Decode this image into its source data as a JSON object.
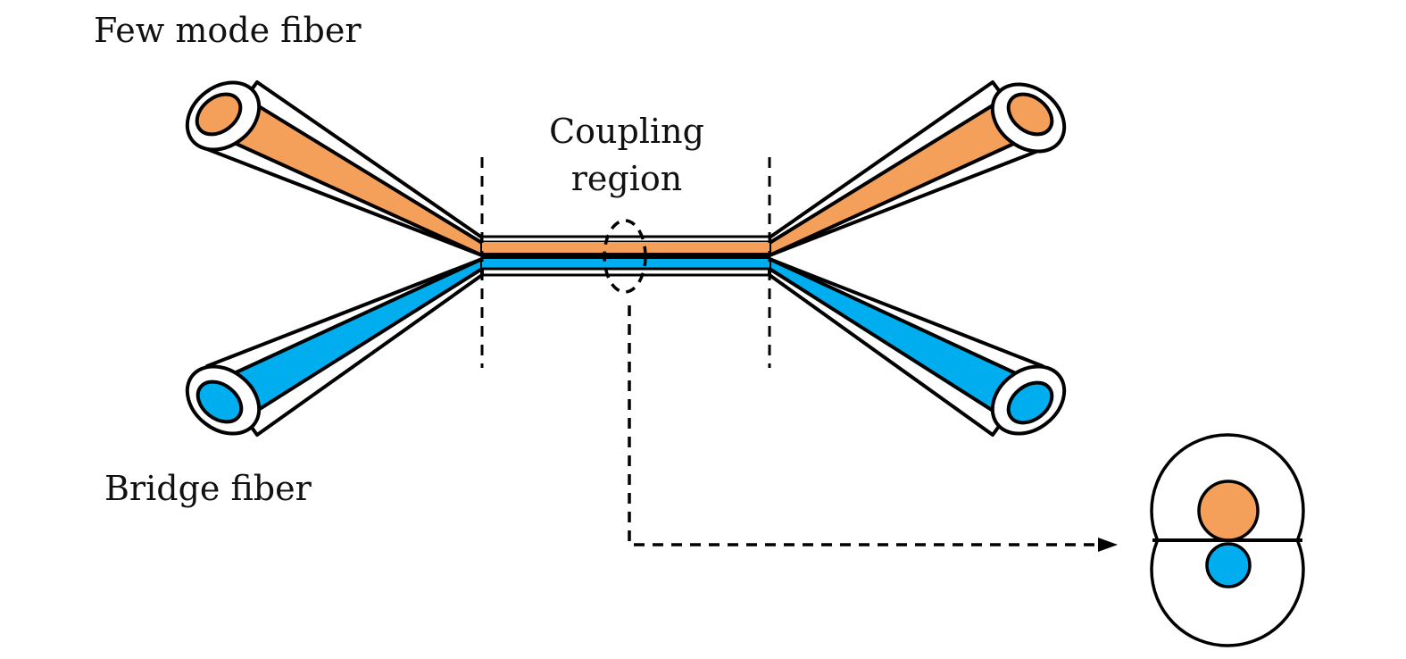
{
  "labels": {
    "few_mode_fiber": "Few mode fiber",
    "coupling_line1": "Coupling",
    "coupling_line2": "region",
    "bridge_fiber": "Bridge fiber"
  },
  "colors": {
    "few_mode_core": "#F49F5A",
    "bridge_core": "#00AEEF",
    "cladding": "#FFFFFF",
    "outline": "#000000"
  }
}
